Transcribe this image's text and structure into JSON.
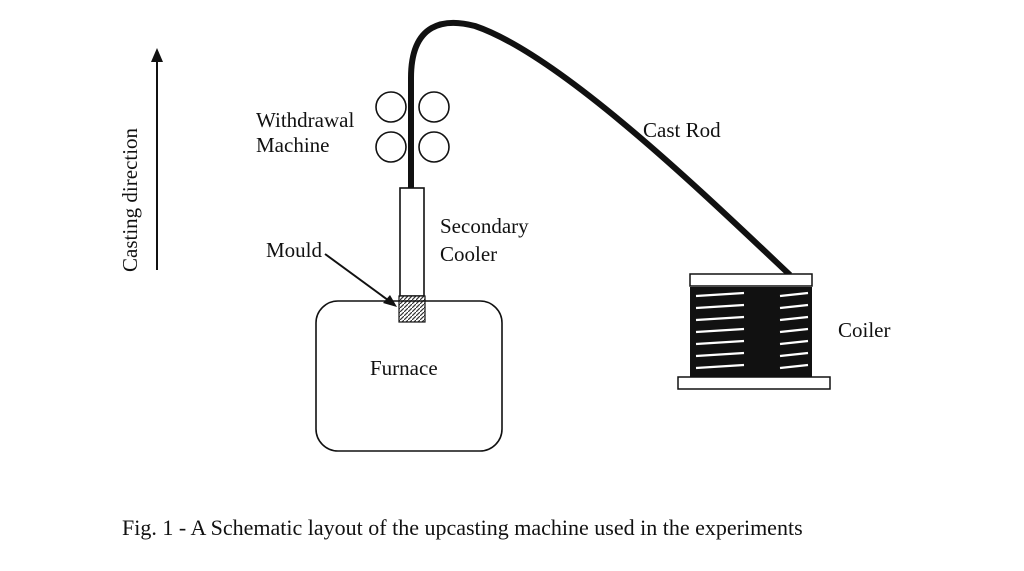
{
  "labels": {
    "casting_direction": "Casting direction",
    "withdrawal_line1": "Withdrawal",
    "withdrawal_line2": "Machine",
    "cast_rod": "Cast Rod",
    "secondary_line1": "Secondary",
    "secondary_line2": "Cooler",
    "mould": "Mould",
    "furnace": "Furnace",
    "coiler": "Coiler"
  },
  "caption": "Fig. 1 - A Schematic layout of the upcasting machine used in the experiments"
}
